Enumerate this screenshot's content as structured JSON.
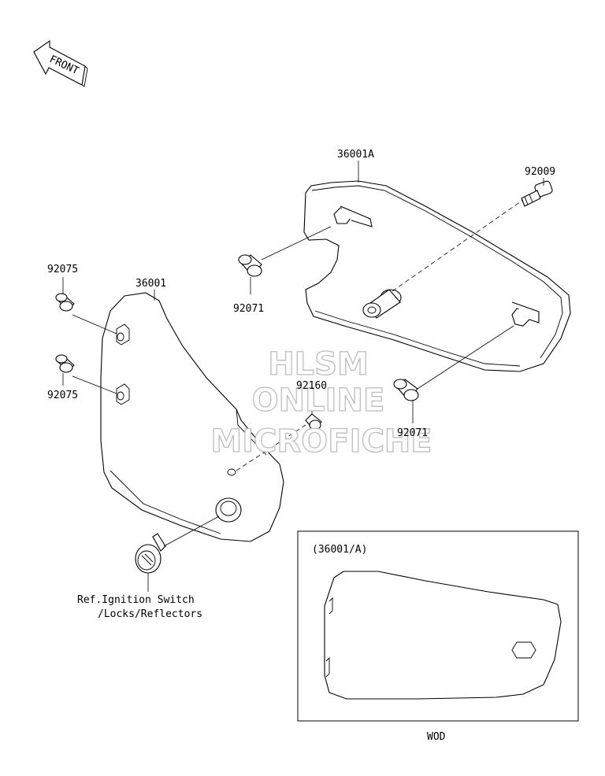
{
  "front_label": "FRONT",
  "parts": {
    "p36001A": "36001A",
    "p92009": "92009",
    "p92075_top": "92075",
    "p36001": "36001",
    "p92071_left": "92071",
    "p92075_bottom": "92075",
    "p92160": "92160",
    "p92071_right": "92071"
  },
  "reference_note": {
    "line1": "Ref.Ignition Switch",
    "line2": "/Locks/Reflectors"
  },
  "inset": {
    "title": "(36001/A)",
    "caption": "WOD"
  },
  "watermark": {
    "line1": "HLSM",
    "line2": "ONLINE",
    "line3": "MICROFICHE"
  }
}
